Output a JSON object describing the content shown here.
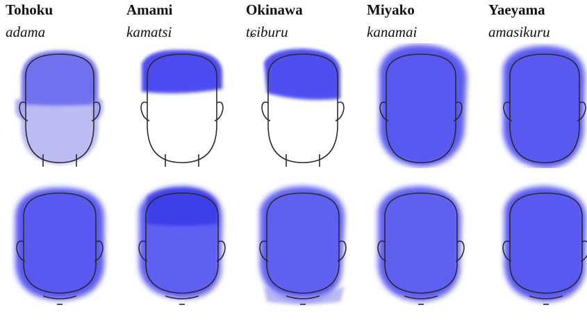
{
  "colors": {
    "shade": "#3d3df0",
    "shade_light": "#b9b9f3",
    "outline": "#2a2a2a"
  },
  "regions": [
    {
      "name": "Tohoku",
      "term": "adama",
      "front_area": "whole face, light shading below upper head",
      "back_area": "whole back of head"
    },
    {
      "name": "Amami",
      "term": "kamatsi",
      "front_area": "top of head only",
      "back_area": "whole back of head"
    },
    {
      "name": "Okinawa",
      "term": "tɕiburu",
      "front_area": "top of head only",
      "back_area": "whole back of head"
    },
    {
      "name": "Miyako",
      "term": "kanamai",
      "front_area": "whole face",
      "back_area": "whole back of head"
    },
    {
      "name": "Yaeyama",
      "term": "amasikuru",
      "front_area": "whole face",
      "back_area": "whole back of head"
    }
  ]
}
